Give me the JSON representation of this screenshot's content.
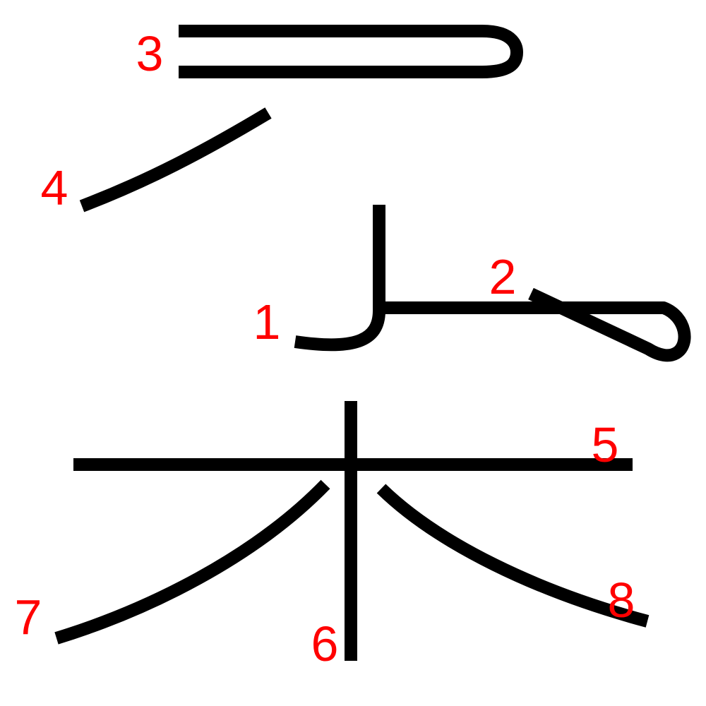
{
  "colors": {
    "stroke": "#000000",
    "label": "#ff0000",
    "background": "#ffffff"
  },
  "strokes": [
    {
      "order_label": "1"
    },
    {
      "order_label": "2"
    },
    {
      "order_label": "3"
    },
    {
      "order_label": "4"
    },
    {
      "order_label": "5"
    },
    {
      "order_label": "6"
    },
    {
      "order_label": "7"
    },
    {
      "order_label": "8"
    }
  ]
}
